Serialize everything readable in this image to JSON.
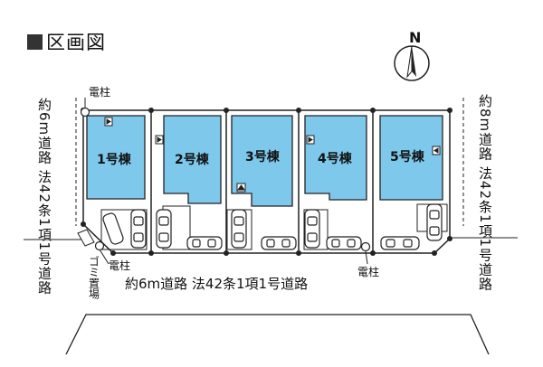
{
  "title": "区画図",
  "north_label": "N",
  "lots": [
    {
      "label": "1号棟"
    },
    {
      "label": "2号棟"
    },
    {
      "label": "3号棟"
    },
    {
      "label": "4号棟"
    },
    {
      "label": "5号棟"
    }
  ],
  "roads": {
    "left": "約6m道路 法42条1項1号道路",
    "right": "約8m道路 法42条1項1号道路",
    "bottom": "約6m道路 法42条1項1号道路"
  },
  "annotations": {
    "pole_top": "電柱",
    "pole_left": "電柱",
    "pole_right": "電柱",
    "garbage": "ゴミ置場"
  },
  "colors": {
    "building": "#7ec8ec",
    "line": "#222222",
    "background": "#ffffff"
  }
}
